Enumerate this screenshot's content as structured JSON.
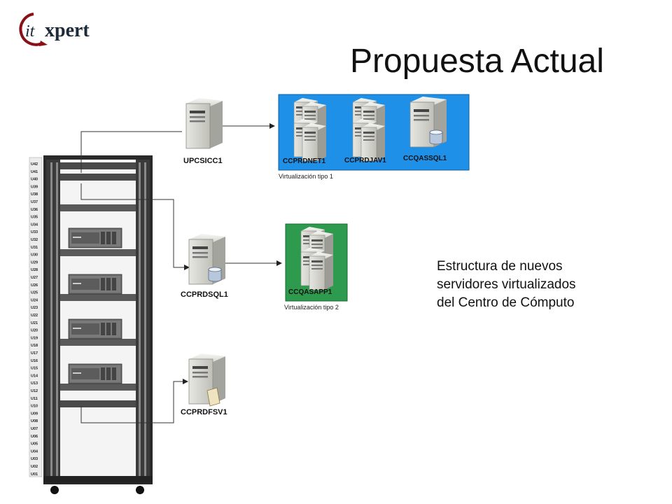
{
  "logo": {
    "prefix": "it",
    "suffix": "xpert"
  },
  "title": "Propuesta Actual",
  "rack": {
    "units": [
      "U42",
      "U41",
      "U40",
      "U39",
      "U38",
      "U37",
      "U36",
      "U35",
      "U34",
      "U33",
      "U32",
      "U31",
      "U30",
      "U29",
      "U28",
      "U27",
      "U26",
      "U25",
      "U24",
      "U23",
      "U22",
      "U21",
      "U20",
      "U19",
      "U18",
      "U17",
      "U16",
      "U15",
      "U14",
      "U13",
      "U12",
      "U11",
      "U10",
      "U09",
      "U08",
      "U07",
      "U06",
      "U05",
      "U04",
      "U03",
      "U02",
      "U01"
    ]
  },
  "servers": [
    {
      "id": "upcsicc1",
      "label": "UPCSICC1",
      "icon": "server-icon"
    },
    {
      "id": "ccprdsql1",
      "label": "CCPRDSQL1",
      "icon": "database-server-icon"
    },
    {
      "id": "ccprdfsv1",
      "label": "CCPRDFSV1",
      "icon": "file-server-icon"
    }
  ],
  "groups": [
    {
      "caption": "Virtualización tipo 1",
      "color": "#1e90e8",
      "vms": [
        "CCPRDNET1",
        "CCPRDJAV1",
        "CCQASSQL1"
      ]
    },
    {
      "caption": "Virtualización tipo 2",
      "color": "#2e9a4e",
      "vms": [
        "CCQASAPP1"
      ]
    }
  ],
  "description": {
    "lines": [
      "Estructura de nuevos",
      "servidores virtualizados",
      "del Centro de Cómputo"
    ]
  }
}
